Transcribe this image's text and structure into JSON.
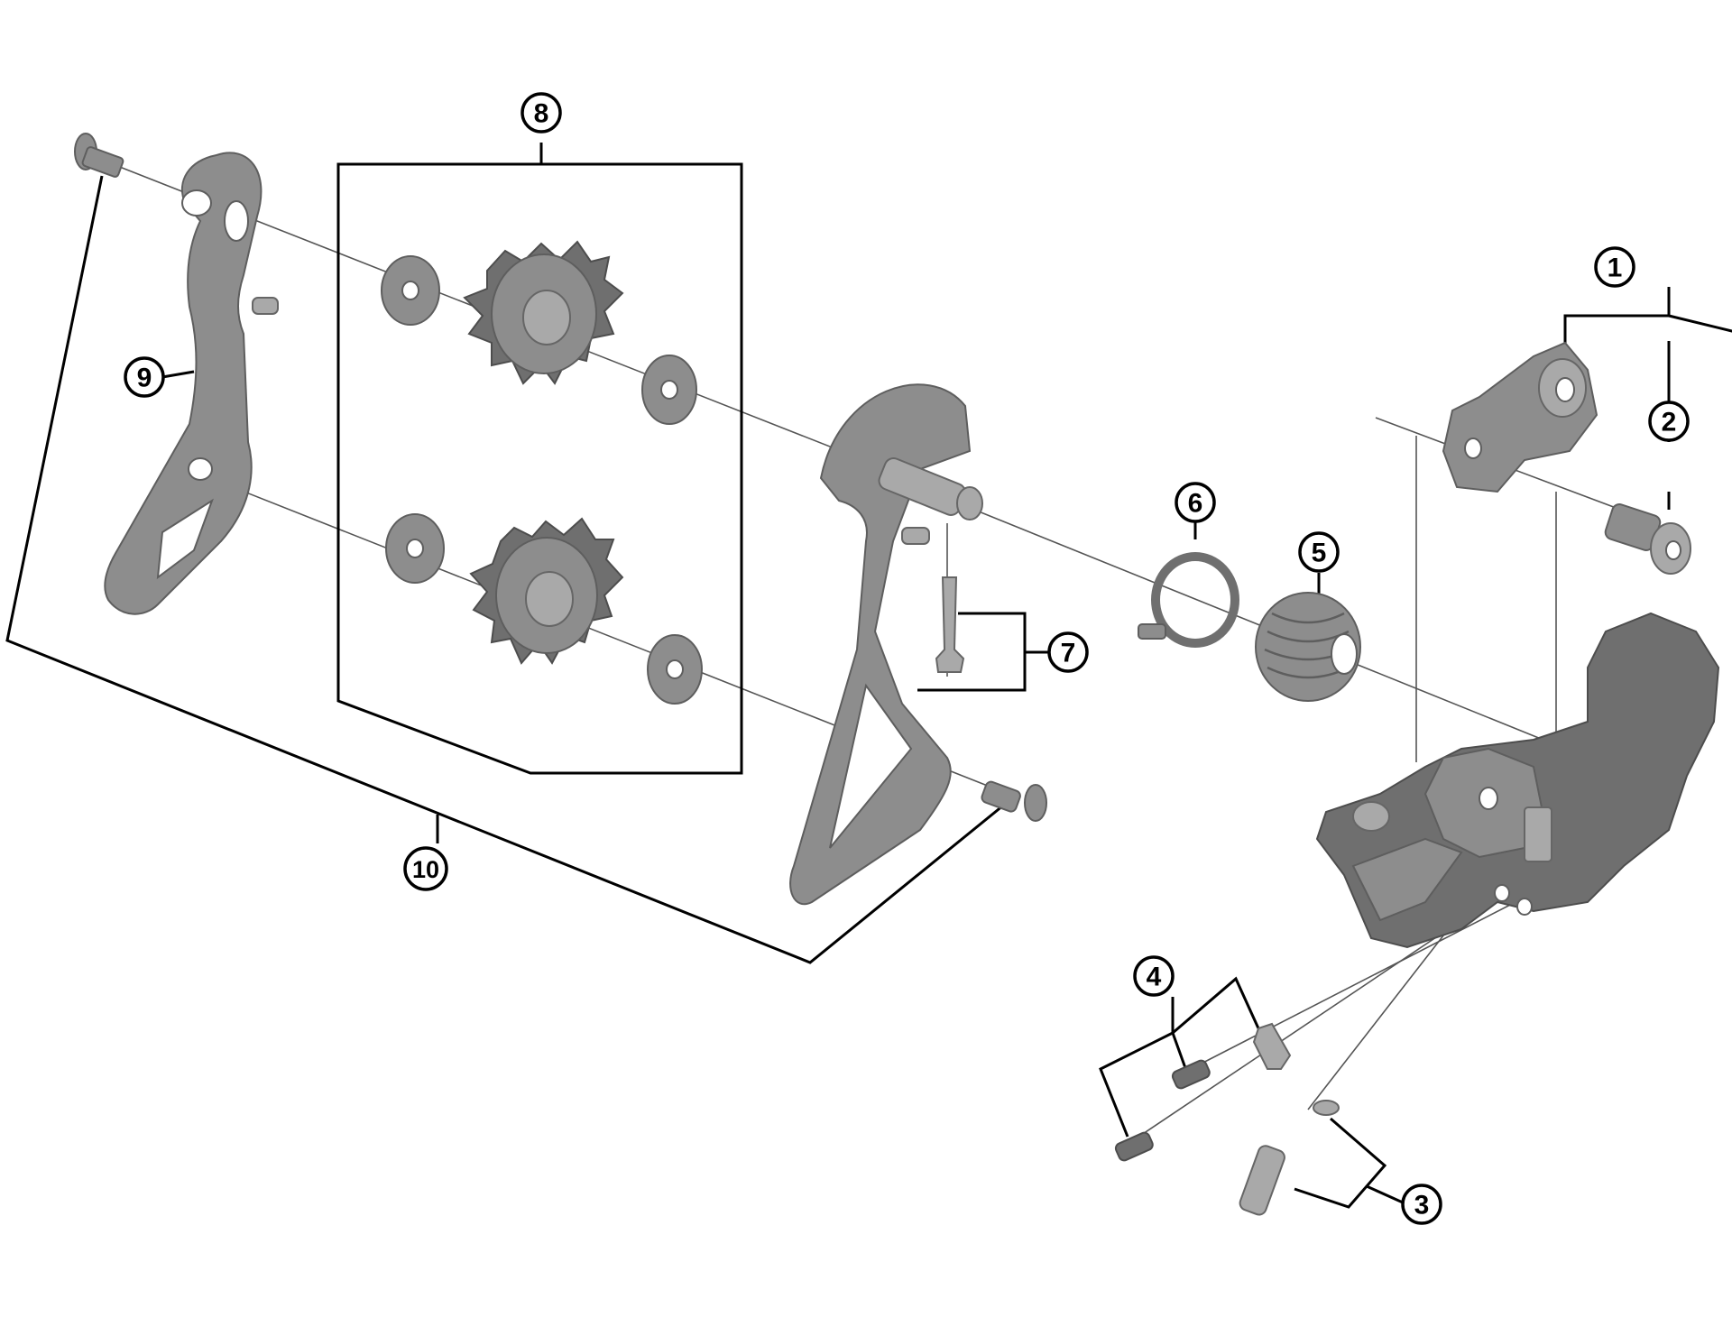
{
  "diagram": {
    "callouts": [
      {
        "id": "c1",
        "label": "1"
      },
      {
        "id": "c2",
        "label": "2"
      },
      {
        "id": "c3",
        "label": "3"
      },
      {
        "id": "c4",
        "label": "4"
      },
      {
        "id": "c5",
        "label": "5"
      },
      {
        "id": "c6",
        "label": "6"
      },
      {
        "id": "c7",
        "label": "7"
      },
      {
        "id": "c8",
        "label": "8"
      },
      {
        "id": "c9",
        "label": "9"
      },
      {
        "id": "c10",
        "label": "10"
      }
    ]
  },
  "colors": {
    "part_gray": "#8d8d8d",
    "part_dark": "#6f6f6f",
    "line": "#000000",
    "background": "#ffffff"
  }
}
